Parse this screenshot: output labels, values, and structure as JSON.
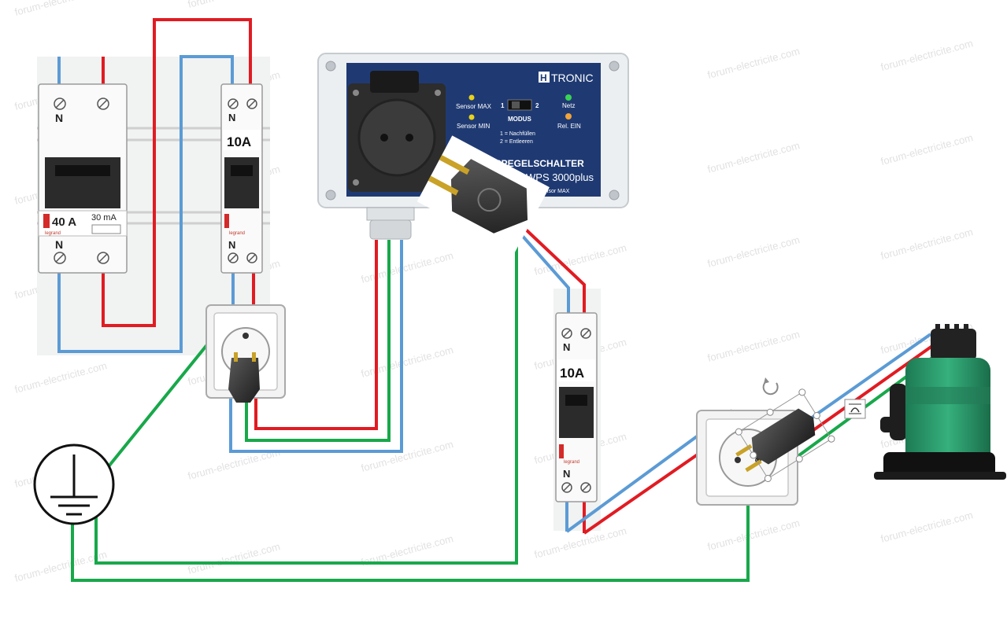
{
  "watermark": "forum-electricite.com",
  "rcd": {
    "rating": "40 A",
    "sensitivity": "30 mA",
    "terminal_top": "N",
    "terminal_bottom": "N",
    "brand": "legrand"
  },
  "breaker_left": {
    "rating": "10A",
    "terminal_top": "N",
    "terminal_bottom": "N",
    "brand": "legrand"
  },
  "breaker_right": {
    "rating": "10A",
    "terminal_top": "N",
    "terminal_bottom": "N",
    "brand": "legrand"
  },
  "controller": {
    "brand": "TRONIC",
    "brand_mark": "H",
    "sensor_max": "Sensor MAX",
    "sensor_min": "Sensor MIN",
    "switch_pos1": "1",
    "switch_pos2": "2",
    "mode_label": "MODUS",
    "mode_desc1": "1 = Nachfüllen",
    "mode_desc2": "2 = Entleeren",
    "netz_label": "Netz",
    "rel_label": "Rel. EIN",
    "title": "ERPEGELSCHALTER",
    "model": "WPS 3000plus",
    "sensor_bottom": "Sensor MAX"
  },
  "colors": {
    "phase": "#e11b22",
    "neutral": "#5b9bd5",
    "earth": "#18a84a",
    "panel": "#1f3a73",
    "housing": "#eceff1",
    "pump": "#2e9e6e",
    "led_yellow": "#e8d21a",
    "led_green": "#39d353",
    "led_orange": "#f2a33a"
  },
  "icons": [
    "earth-ground-icon",
    "rotate-handle-icon",
    "layout-options-icon"
  ]
}
